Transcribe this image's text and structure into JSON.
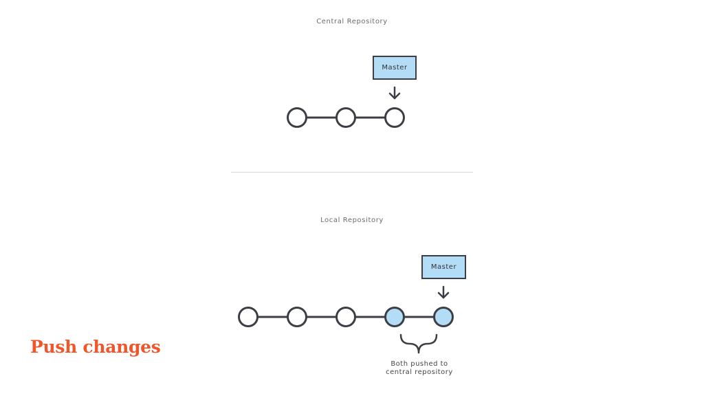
{
  "central": {
    "title": "Central Repository",
    "branch_label": "Master",
    "commits": [
      {
        "pushed": false
      },
      {
        "pushed": false
      },
      {
        "pushed": false
      }
    ]
  },
  "local": {
    "title": "Local Repository",
    "branch_label": "Master",
    "commits": [
      {
        "pushed": false
      },
      {
        "pushed": false
      },
      {
        "pushed": false
      },
      {
        "pushed": true
      },
      {
        "pushed": true
      }
    ],
    "note_line1": "Both pushed to",
    "note_line2": "central repository"
  },
  "headline": "Push changes",
  "colors": {
    "accent": "#f0562a",
    "pushed_fill": "#b3dcf7",
    "stroke": "#3b3f45"
  }
}
